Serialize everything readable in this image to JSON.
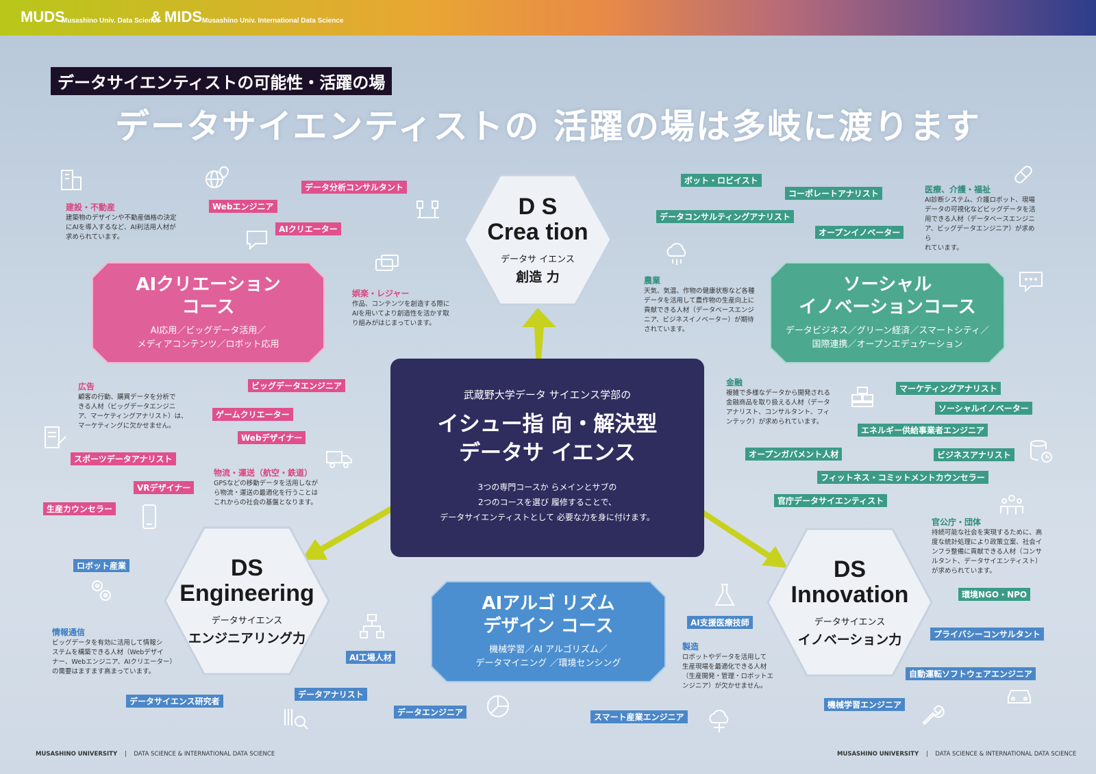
{
  "header": {
    "muds": "MUDS",
    "muds_sub": "Musashino Univ. Data Science",
    "amp": "&",
    "mids": "MIDS",
    "mids_sub": "Musashino Univ. International Data Science"
  },
  "section_label": "データサイエンティストの可能性・活躍の場",
  "headline": "データサイエンティストの 活躍の場は多岐に渡ります",
  "hexagons": {
    "creation": {
      "title1": "D S",
      "title2": "Crea tion",
      "sub": "データサ イエンス",
      "sub2": "創造 力"
    },
    "engineering": {
      "title1": "DS",
      "title2": "Engineering",
      "sub": "データサイエンス",
      "sub2": "エンジニアリング力"
    },
    "innovation": {
      "title1": "DS",
      "title2": "Innovation",
      "sub": "データサイエンス",
      "sub2": "イノベーション力"
    }
  },
  "courses": {
    "ai_creation": {
      "title1": "AIクリエーション",
      "title2": "コース",
      "desc1": "AI応用／ビッグデータ活用／",
      "desc2": "メディアコンテンツ／ロボット応用",
      "color": "#e0609a"
    },
    "social": {
      "title1": "ソーシャル",
      "title2": "イノベーションコース",
      "desc1": "データビジネス／グリーン経済／スマートシティ／",
      "desc2": "国際連携／オープンエデュケーション",
      "color": "#4da890"
    },
    "algorithm": {
      "title1": "AIアルゴ リズム",
      "title2": "デザイン コース",
      "desc1": "機械学習／AI アルゴリズム／",
      "desc2": "データマイニング ／環境センシング",
      "color": "#4b8fd0"
    }
  },
  "center": {
    "line1": "武蔵野大学データ サイエンス学部の",
    "line2": "イシュー指 向・解決型",
    "line3": "データサ イエンス",
    "desc1": "3つの専門コースか らメインとサブの",
    "desc2": "2つのコースを選び 履修することで、",
    "desc3": "データサイエンティストとして 必要な力を身に付けます。"
  },
  "tags_pink": [
    "データ分析コンサルタント",
    "Webエンジニア",
    "AIクリエーター",
    "ビッグデータエンジニア",
    "ゲームクリエーター",
    "Webデザイナー",
    "スポーツデータアナリスト",
    "VRデザイナー",
    "生産カウンセラー"
  ],
  "tags_green": [
    "ボット・ロビイスト",
    "コーポレートアナリスト",
    "データコンサルティングアナリスト",
    "オープンイノベーター",
    "マーケティングアナリスト",
    "ソーシャルイノベーター",
    "エネルギー供給事業者エンジニア",
    "オープンガバメント人材",
    "ビジネスアナリスト",
    "フィットネス・コミットメントカウンセラー",
    "官庁データサイエンティスト",
    "環境NGO・NPO"
  ],
  "tags_blue": [
    "ロボット産業",
    "AI工場人材",
    "データサイエンス研究者",
    "データアナリスト",
    "データエンジニア",
    "スマート産業エンジニア",
    "AI支援医療技師",
    "プライバシーコンサルタント",
    "自動運転ソフトウェアエンジニア",
    "機械学習エンジニア"
  ],
  "fields": {
    "construction": {
      "head": "建設・不動産",
      "text": [
        "建築物のデザインや不動産価格の決定",
        "にAIを導入するなど、AI利活用人材が",
        "求められています。"
      ]
    },
    "entertainment": {
      "head": "娯楽・レジャー",
      "text": [
        "作品、コンテンツを創造する際に",
        "AIを用いてより創造性を活かす取",
        "り組みがはじまっています。"
      ]
    },
    "advertising": {
      "head": "広告",
      "text": [
        "顧客の行動、購買データを分析で",
        "きる人材（ビッグデータエンジニ",
        "ア、マーケティングアナリスト）は、",
        "マーケティングに欠かせません。"
      ]
    },
    "logistics": {
      "head": "物流・運送（航空・鉄道）",
      "text": [
        "GPSなどの移動データを活用しなが",
        "ら物流・運送の最適化を行うことは",
        "これからの社会の基盤となります。"
      ]
    },
    "telecom": {
      "head": "情報通信",
      "text": [
        "ビッグデータを有効に活用して情報シ",
        "ステムを構築できる人材（Webデザイ",
        "ナー、Webエンジニア、AIクリエーター）",
        "の需要はますます高まっています。"
      ]
    },
    "medical": {
      "head": "医療、介護・福祉",
      "text": [
        "AI診断システム、介護ロボット、現場",
        "データの可視化などビッグデータを活",
        "用できる人材（データベースエンジニ",
        "ア、ビッグデータエンジニア）が求めら",
        "れています。"
      ]
    },
    "agriculture": {
      "head": "農業",
      "text": [
        "天気、気温、作物の健康状態など各種",
        "データを活用して農作物の生産向上に",
        "貢献できる人材（データベースエンジ",
        "ニア、ビジネスイノベーター）が期待",
        "されています。"
      ]
    },
    "finance": {
      "head": "金融",
      "text": [
        "複雑で多様なデータから開発される",
        "金融商品を取り扱える人材（データ",
        "アナリスト、コンサルタント、フィ",
        "ンテック）が求められています。"
      ]
    },
    "government": {
      "head": "官公庁・団体",
      "text": [
        "持続可能な社会を実現するために、高",
        "度な統計処理により政策立案、社会イ",
        "ンフラ整備に貢献できる人材（コンサ",
        "ルタント、データサイエンティスト）",
        "が求められています。"
      ]
    },
    "manufacturing": {
      "head": "製造",
      "text": [
        "ロボットやデータを活用して",
        "生産現場を最適化できる人材",
        "（生産開発・管理・ロボットエ",
        "ンジニア）が欠かせません。"
      ]
    }
  },
  "footer": {
    "left1": "MUSASHINO UNIVERSITY",
    "left2": "DATA SCIENCE & INTERNATIONAL DATA SCIENCE",
    "right1": "MUSASHINO UNIVERSITY",
    "right2": "DATA SCIENCE & INTERNATIONAL DATA SCIENCE"
  },
  "colors": {
    "pink": "#e0508d",
    "green": "#3b9b87",
    "blue": "#4b87c8",
    "navy": "#2f2d5e",
    "arrow": "#c8d21e"
  }
}
